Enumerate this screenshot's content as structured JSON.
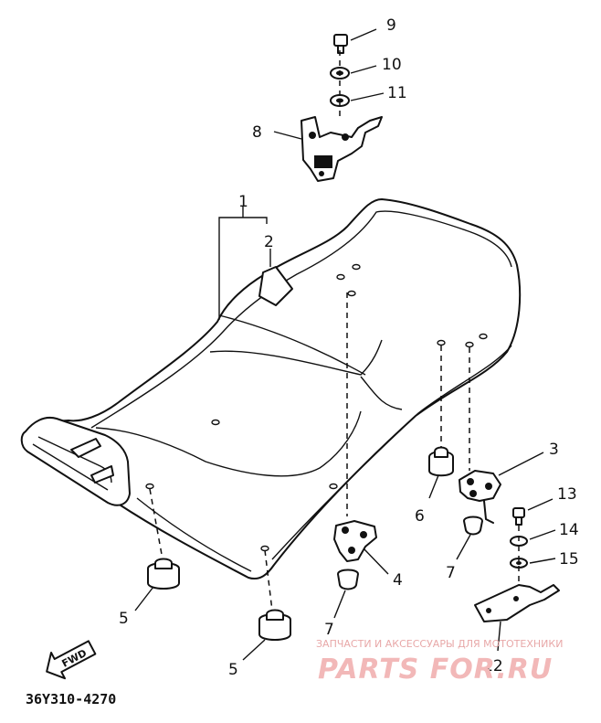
{
  "diagram": {
    "part_code": "36Y310-4270",
    "fwd_label": "FWD",
    "callouts": [
      "1",
      "2",
      "3",
      "4",
      "5",
      "5",
      "6",
      "7",
      "7",
      "8",
      "9",
      "10",
      "11",
      "12",
      "13",
      "14",
      "15"
    ]
  },
  "watermark": {
    "tagline": "ЗАПЧАСТИ И АКСЕССУАРЫ ДЛЯ МОТОТЕХНИКИ",
    "logo": "PARTS FOR.RU",
    "color": "#f2b8b8"
  }
}
